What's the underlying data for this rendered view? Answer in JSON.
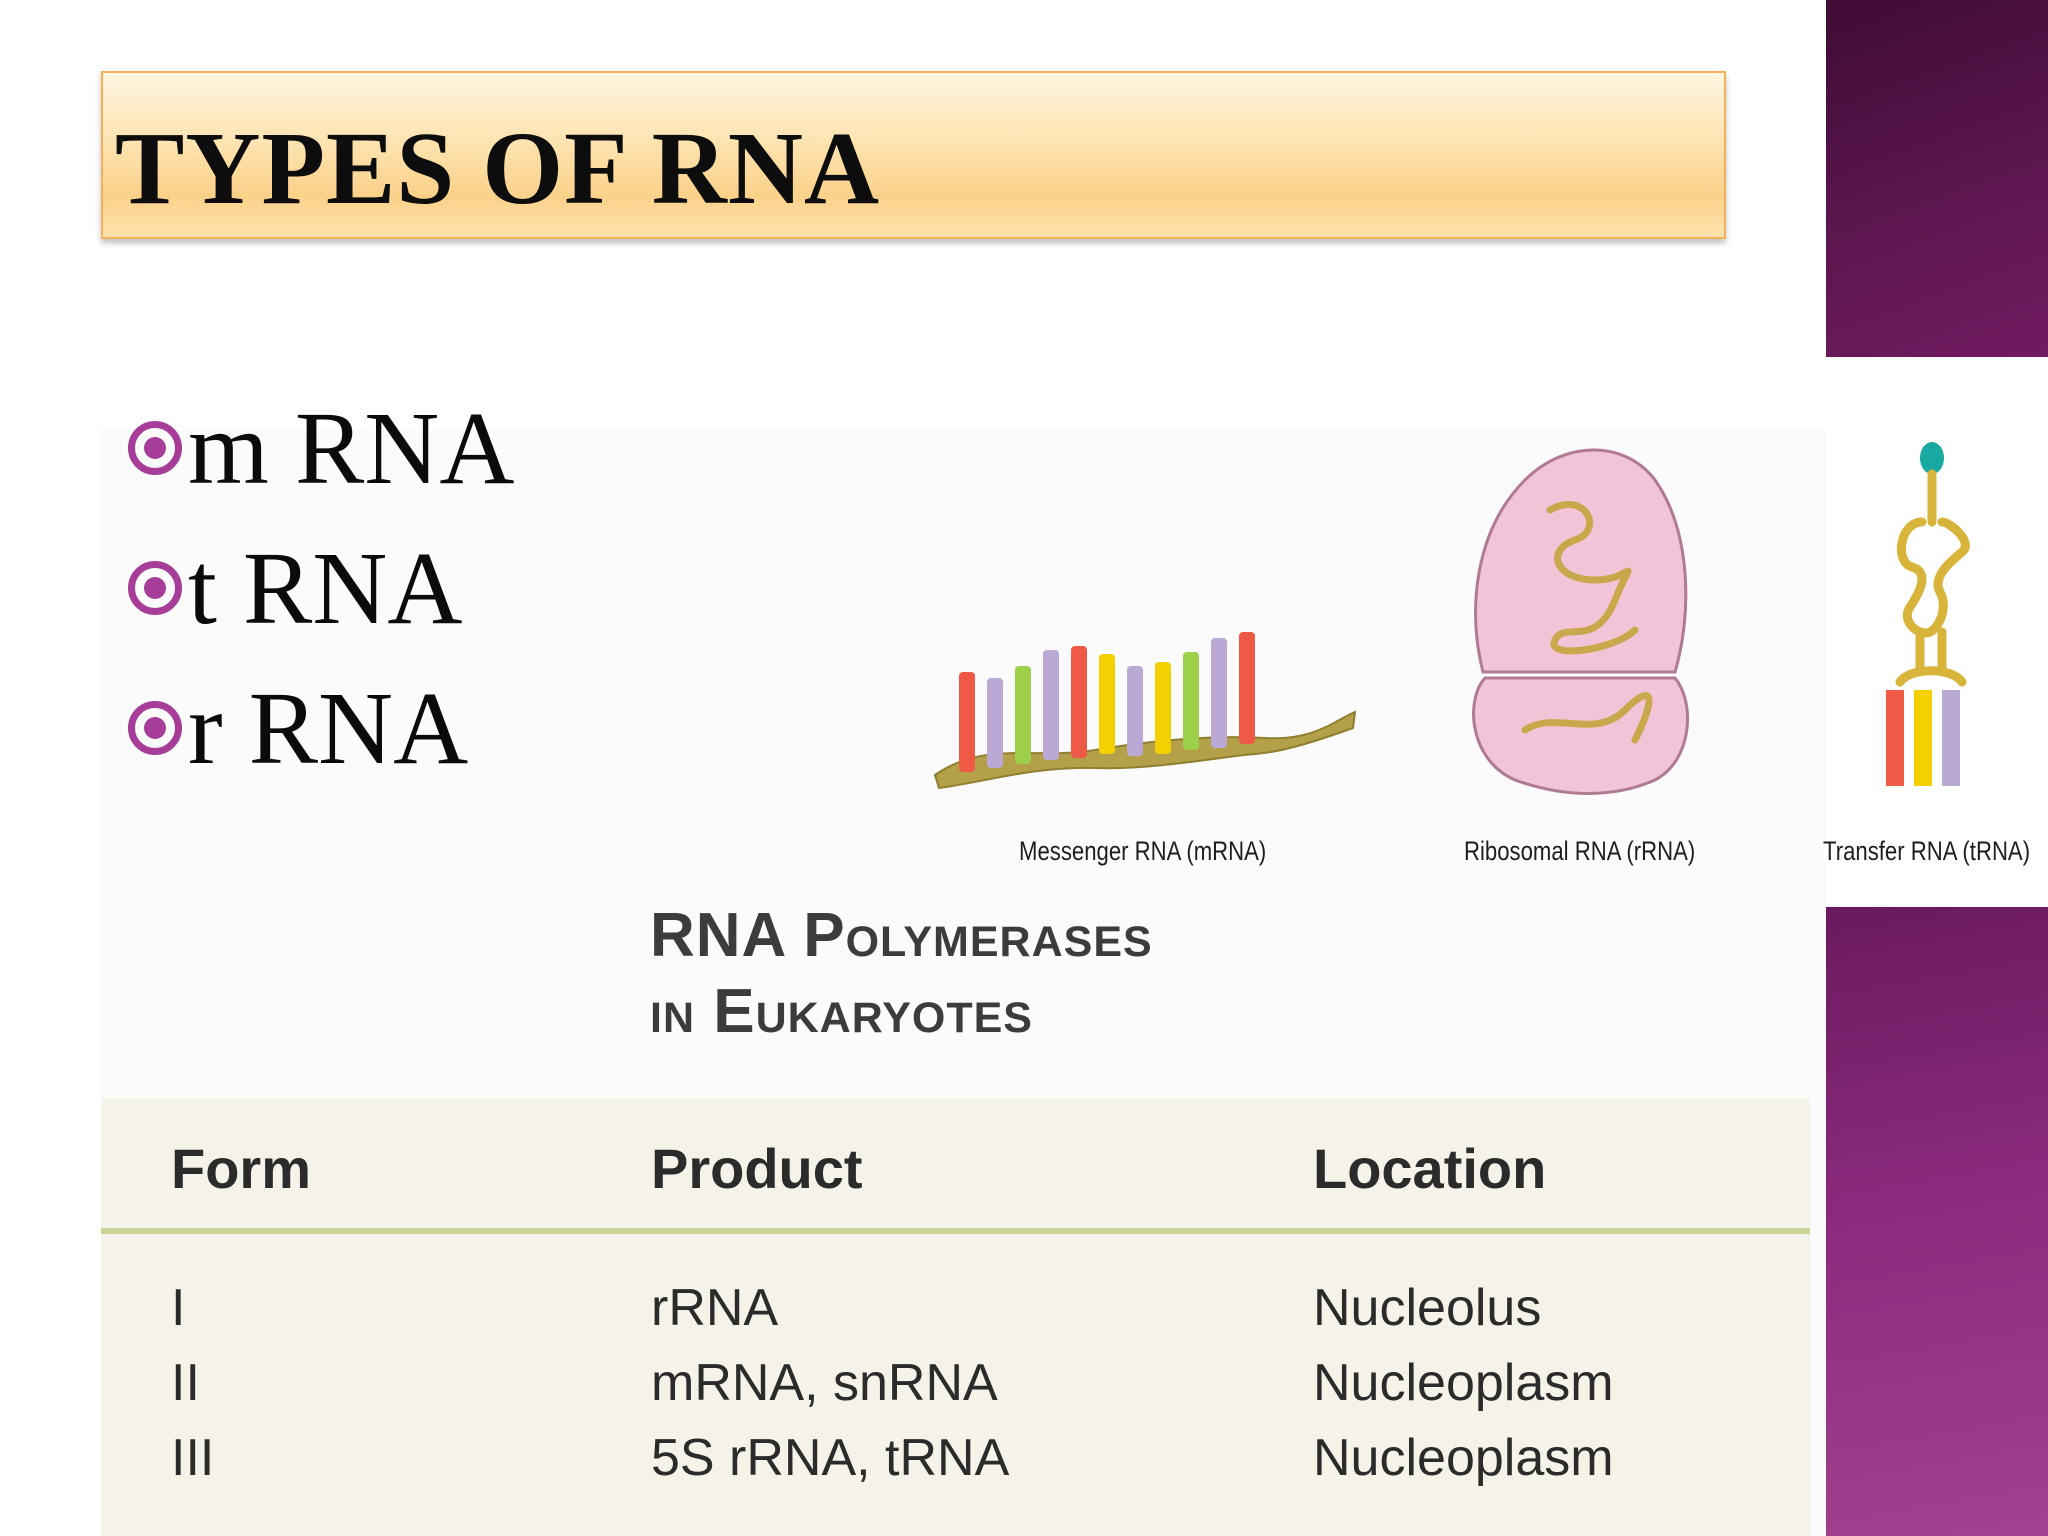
{
  "slide": {
    "title": "TYPES OF RNA",
    "bullets": [
      "m RNA",
      "t RNA",
      "r RNA"
    ],
    "colors": {
      "title_bar": "#fbd18a",
      "title_border": "#f3b15a",
      "bullet_marker": "#a53d99",
      "side_strip_top": "#5c1650",
      "side_strip_bottom": "#8a2a7c"
    }
  },
  "figure": {
    "captions": {
      "mrna": "Messenger RNA (mRNA)",
      "rrna": "Ribosomal RNA (rRNA)",
      "trna": "Transfer RNA (tRNA)"
    },
    "heading_line1": "RNA Polymerases",
    "heading_line2": "in Eukaryotes",
    "table": {
      "headers": [
        "Form",
        "Product",
        "Location"
      ],
      "rows": [
        [
          "I",
          "rRNA",
          "Nucleolus"
        ],
        [
          "II",
          "mRNA, snRNA",
          "Nucleoplasm"
        ],
        [
          "III",
          "5S rRNA, tRNA",
          "Nucleoplasm"
        ]
      ]
    }
  }
}
